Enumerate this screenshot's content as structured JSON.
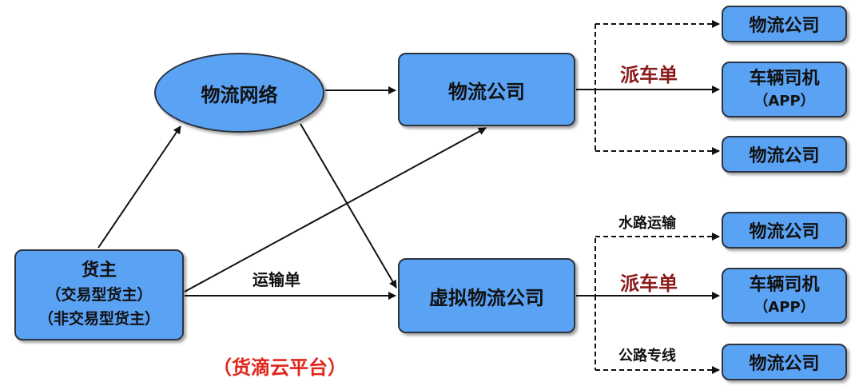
{
  "nodes": {
    "logistics_network": "物流网络",
    "logistics_company_main": "物流公司",
    "virtual_logistics_company": "虚拟物流公司",
    "shipper": {
      "title": "货主",
      "line2": "（交易型货主）",
      "line3": "（非交易型货主）"
    },
    "top_right_company_1": "物流公司",
    "top_right_driver": {
      "title": "车辆司机",
      "subtitle": "（APP）"
    },
    "top_right_company_2": "物流公司",
    "bottom_right_company_1": "物流公司",
    "bottom_right_driver": {
      "title": "车辆司机",
      "subtitle": "（APP）"
    },
    "bottom_right_company_2": "物流公司"
  },
  "labels": {
    "transport_order": "运输单",
    "dispatch_order_top": "派车单",
    "dispatch_order_bottom": "派车单",
    "water_transport": "水路运输",
    "highway_dedicated_line": "公路专线",
    "platform_name": "（货滴云平台）"
  },
  "colors": {
    "node_fill": "#5aa2f4",
    "node_border": "#2c3440",
    "edge": "#111111",
    "dispatch_label": "#8b1a1a",
    "platform_label": "#e0251c"
  }
}
